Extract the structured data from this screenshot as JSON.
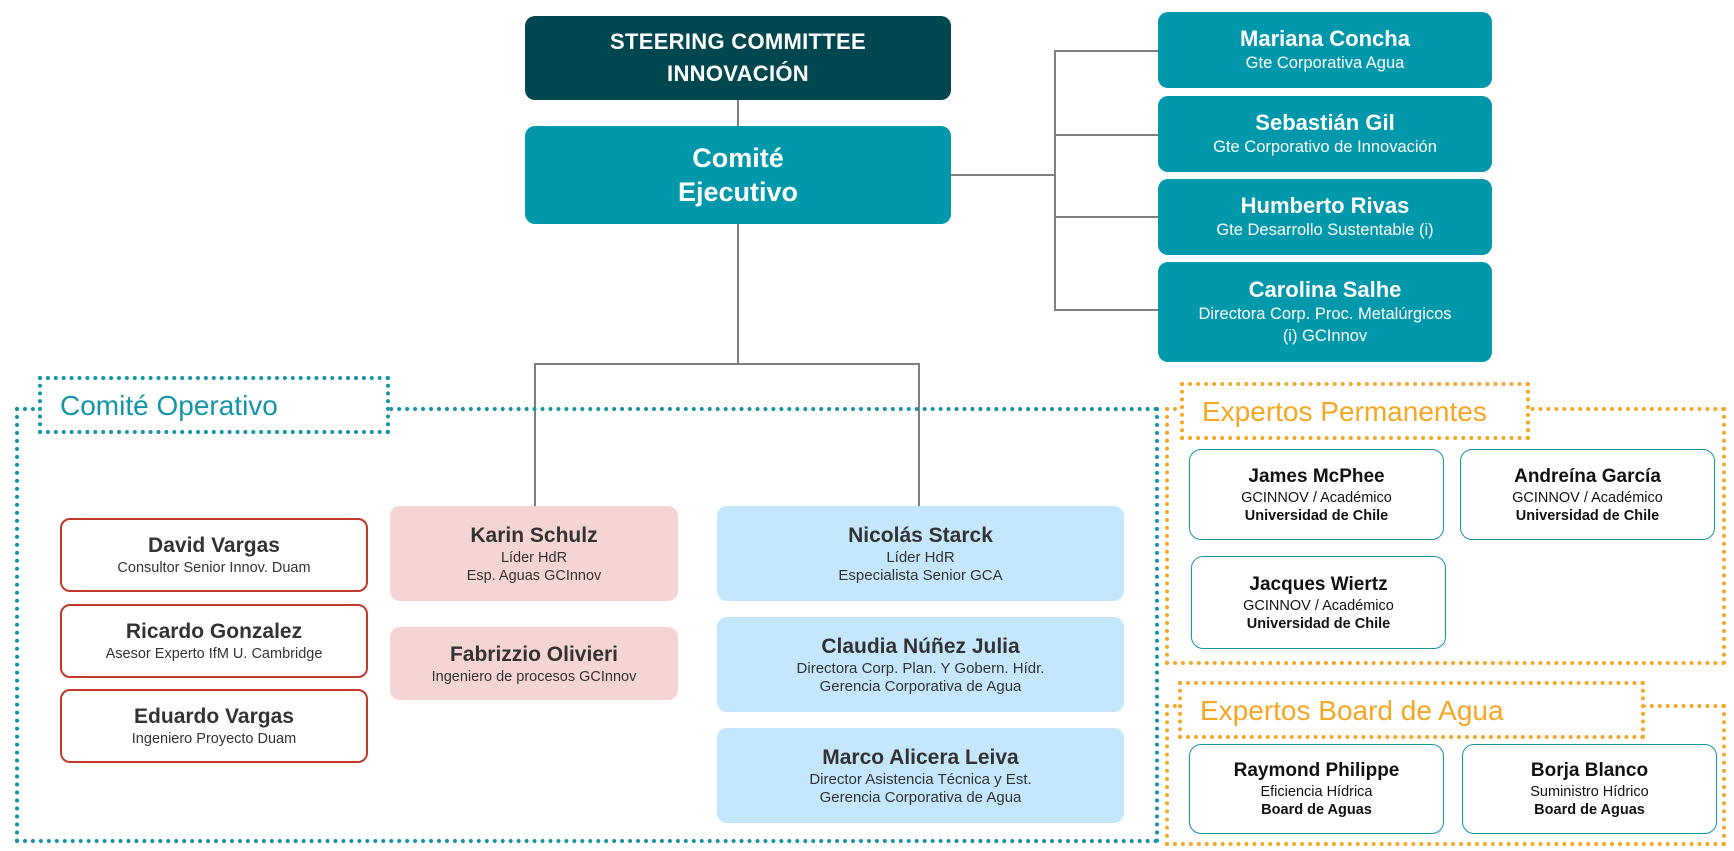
{
  "steering": {
    "line1": "STEERING COMMITTEE",
    "line2": "INNOVACIÓN"
  },
  "ejecutivo": {
    "line1": "Comité",
    "line2": "Ejecutivo"
  },
  "members": [
    {
      "name": "Mariana Concha",
      "role": "Gte Corporativa Agua"
    },
    {
      "name": "Sebastián Gil",
      "role": "Gte Corporativo de Innovación"
    },
    {
      "name": "Humberto Rivas",
      "role": "Gte Desarrollo Sustentable (i)"
    },
    {
      "name": "Carolina Salhe",
      "role1": "Directora Corp. Proc. Metalúrgicos",
      "role2": "(i) GCInnov"
    }
  ],
  "operativo": {
    "title": "Comité Operativo",
    "red": [
      {
        "name": "David Vargas",
        "role": "Consultor Senior Innov. Duam"
      },
      {
        "name": "Ricardo Gonzalez",
        "role": "Asesor Experto IfM U. Cambridge"
      },
      {
        "name": "Eduardo Vargas",
        "role": "Ingeniero Proyecto Duam"
      }
    ],
    "pink": [
      {
        "name": "Karin Schulz",
        "role1": "Líder HdR",
        "role2": "Esp. Aguas GCInnov"
      },
      {
        "name": "Fabrizzio Olivieri",
        "role1": "Ingeniero de procesos GCInnov"
      }
    ],
    "blue": [
      {
        "name": "Nicolás Starck",
        "role1": "Líder HdR",
        "role2": "Especialista Senior GCA"
      },
      {
        "name": "Claudia Núñez Julia",
        "role1": "Directora Corp. Plan. Y Gobern. Hídr.",
        "role2": "Gerencia Corporativa de Agua"
      },
      {
        "name": "Marco Alicera Leiva",
        "role1": "Director Asistencia Técnica y Est.",
        "role2": "Gerencia Corporativa de Agua"
      }
    ]
  },
  "permanentes": {
    "title": "Expertos Permanentes",
    "experts": [
      {
        "name": "James McPhee",
        "role": "GCINNOV / Académico",
        "org": "Universidad de Chile"
      },
      {
        "name": "Andreína García",
        "role": "GCINNOV /  Académico",
        "org": "Universidad de Chile"
      },
      {
        "name": "Jacques Wiertz",
        "role": "GCINNOV / Académico",
        "org": "Universidad de Chile"
      }
    ]
  },
  "board": {
    "title": "Expertos Board de Agua",
    "experts": [
      {
        "name": "Raymond Philippe",
        "role": "Eficiencia Hídrica",
        "org": "Board de Aguas"
      },
      {
        "name": "Borja Blanco",
        "role": "Suministro Hídrico",
        "org": "Board de Aguas"
      }
    ]
  },
  "colors": {
    "steering": "#00474f",
    "teal": "#0098aa",
    "red_border": "#c0392b",
    "pink": "#f5d5d4",
    "blue": "#c4e7fb",
    "orange": "#f5a623"
  }
}
